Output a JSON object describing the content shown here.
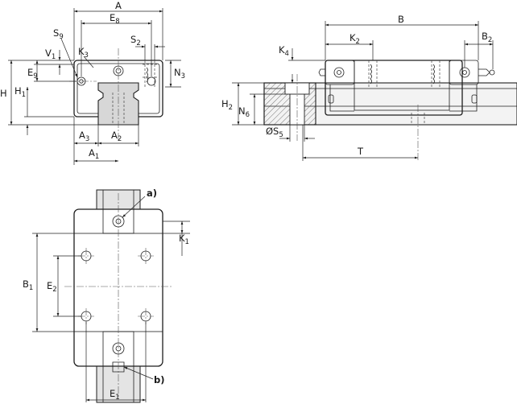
{
  "front_view": {
    "labels": {
      "A": {
        "base": "A",
        "sub": ""
      },
      "E8": {
        "base": "E",
        "sub": "8"
      },
      "S9": {
        "base": "S",
        "sub": "9"
      },
      "S2": {
        "base": "S",
        "sub": "2"
      },
      "V1": {
        "base": "V",
        "sub": "1"
      },
      "K3": {
        "base": "K",
        "sub": "3"
      },
      "E9": {
        "base": "E",
        "sub": "9"
      },
      "N3": {
        "base": "N",
        "sub": "3"
      },
      "H": {
        "base": "H",
        "sub": ""
      },
      "H1": {
        "base": "H",
        "sub": "1"
      },
      "A3": {
        "base": "A",
        "sub": "3"
      },
      "A2": {
        "base": "A",
        "sub": "2"
      },
      "A1": {
        "base": "A",
        "sub": "1"
      }
    }
  },
  "side_view": {
    "labels": {
      "B": {
        "base": "B",
        "sub": ""
      },
      "K2": {
        "base": "K",
        "sub": "2"
      },
      "B2": {
        "base": "B",
        "sub": "2"
      },
      "K4": {
        "base": "K",
        "sub": "4"
      },
      "H2": {
        "base": "H",
        "sub": "2"
      },
      "N6": {
        "base": "N",
        "sub": "6"
      },
      "S5": {
        "base": "ØS",
        "sub": "5"
      },
      "T": {
        "base": "T",
        "sub": ""
      }
    }
  },
  "top_view": {
    "labels": {
      "K1": {
        "base": "K",
        "sub": "1"
      },
      "B1": {
        "base": "B",
        "sub": "1"
      },
      "E2": {
        "base": "E",
        "sub": "2"
      },
      "E1": {
        "base": "E",
        "sub": "1"
      }
    },
    "callouts": {
      "a": "a)",
      "b": "b)"
    }
  }
}
